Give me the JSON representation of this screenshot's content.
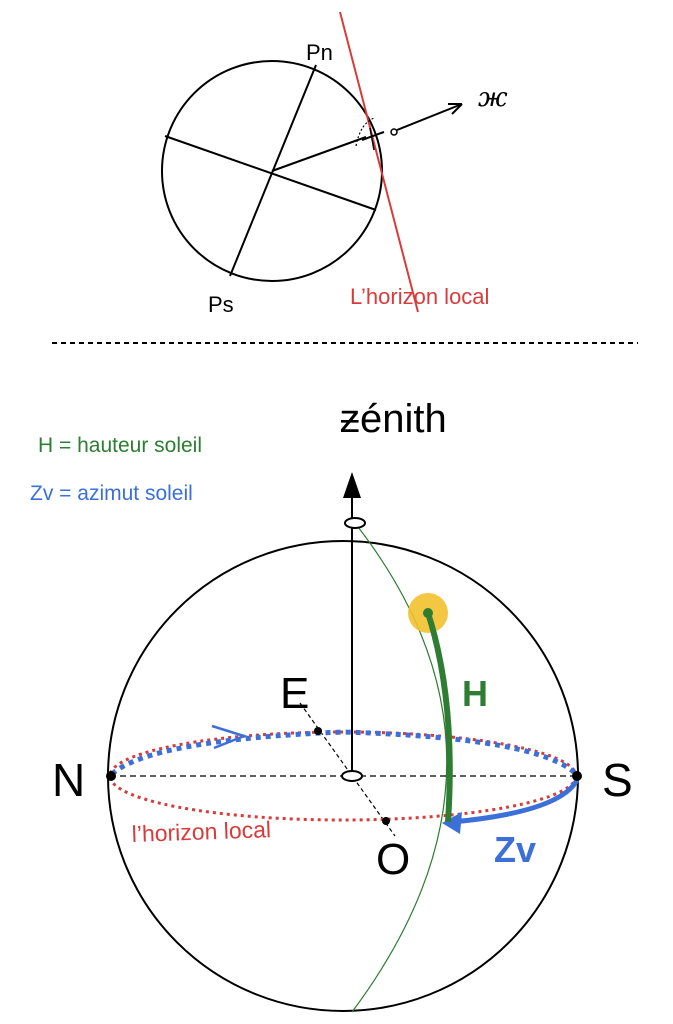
{
  "top_diagram": {
    "pole_north": "Pn",
    "pole_south": "Ps",
    "zenith_symbol": "ж",
    "horizon_label": "L’horizon local"
  },
  "divider": {
    "style": "dashed"
  },
  "bottom_diagram": {
    "legend": {
      "height": "H = hauteur soleil",
      "azimuth": "Zv = azimut soleil"
    },
    "zenith_label": "ƶénith",
    "cardinal": {
      "north": "N",
      "south": "S",
      "east": "E",
      "west": "O"
    },
    "height_symbol": "H",
    "azimuth_symbol": "Zv",
    "horizon_label": "l’horizon local",
    "colors": {
      "height": "#2e7d32",
      "azimuth": "#3c6fd8",
      "horizon": "#d93b3b",
      "sun": "#f2c12e"
    }
  }
}
